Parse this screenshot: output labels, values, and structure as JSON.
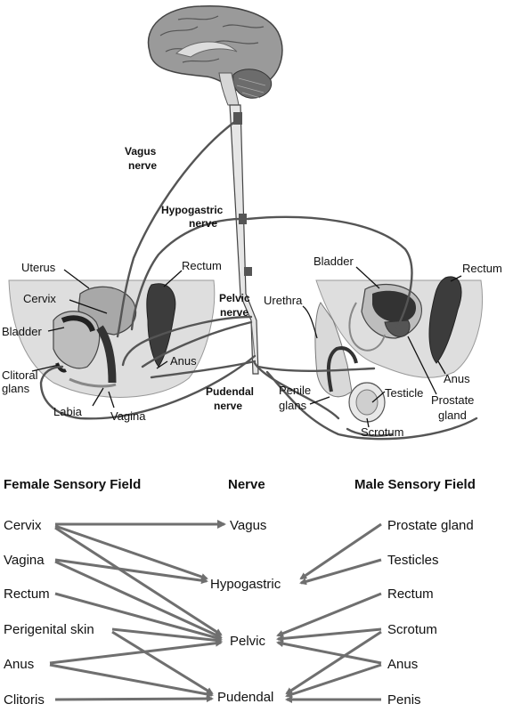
{
  "anatomy_labels": {
    "vagus_nerve": [
      "Vagus",
      "nerve"
    ],
    "hypogastric_nerve": [
      "Hypogastric",
      "nerve"
    ],
    "pelvic_nerve": [
      "Pelvic",
      "nerve"
    ],
    "pudendal_nerve": [
      "Pudendal",
      "nerve"
    ],
    "uterus": "Uterus",
    "cervix": "Cervix",
    "bladder_female": "Bladder",
    "rectum_female": "Rectum",
    "anus_female": "Anus",
    "clitoral_glans": [
      "Clitoral",
      "glans"
    ],
    "labia": "Labia",
    "vagina": "Vagina",
    "bladder_male": "Bladder",
    "rectum_male": "Rectum",
    "urethra": "Urethra",
    "anus_male": "Anus",
    "penile_glans": [
      "Penile",
      "glans"
    ],
    "testicle": "Testicle",
    "prostate_gland": [
      "Prostate",
      "gland"
    ],
    "scrotum": "Scrotum"
  },
  "table": {
    "headers": {
      "female": "Female Sensory Field",
      "nerve": "Nerve",
      "male": "Male Sensory Field"
    },
    "female_fields": [
      "Cervix",
      "Vagina",
      "Rectum",
      "Perigenital skin",
      "Anus",
      "Clitoris"
    ],
    "nerves": [
      "Vagus",
      "Hypogastric",
      "Pelvic",
      "Pudendal"
    ],
    "male_fields": [
      "Prostate gland",
      "Testicles",
      "Rectum",
      "Scrotum",
      "Anus",
      "Penis"
    ]
  },
  "connections": {
    "female_to_nerve": [
      [
        "Cervix",
        "Vagus"
      ],
      [
        "Cervix",
        "Hypogastric"
      ],
      [
        "Cervix",
        "Pelvic"
      ],
      [
        "Vagina",
        "Hypogastric"
      ],
      [
        "Vagina",
        "Pelvic"
      ],
      [
        "Rectum",
        "Pelvic"
      ],
      [
        "Perigenital skin",
        "Pelvic"
      ],
      [
        "Perigenital skin",
        "Pudendal"
      ],
      [
        "Anus",
        "Pelvic"
      ],
      [
        "Anus",
        "Pudendal"
      ],
      [
        "Clitoris",
        "Pudendal"
      ]
    ],
    "male_to_nerve": [
      [
        "Prostate gland",
        "Hypogastric"
      ],
      [
        "Testicles",
        "Hypogastric"
      ],
      [
        "Rectum",
        "Pelvic"
      ],
      [
        "Scrotum",
        "Pelvic"
      ],
      [
        "Scrotum",
        "Pudendal"
      ],
      [
        "Anus",
        "Pelvic"
      ],
      [
        "Anus",
        "Pudendal"
      ],
      [
        "Penis",
        "Pudendal"
      ]
    ]
  }
}
